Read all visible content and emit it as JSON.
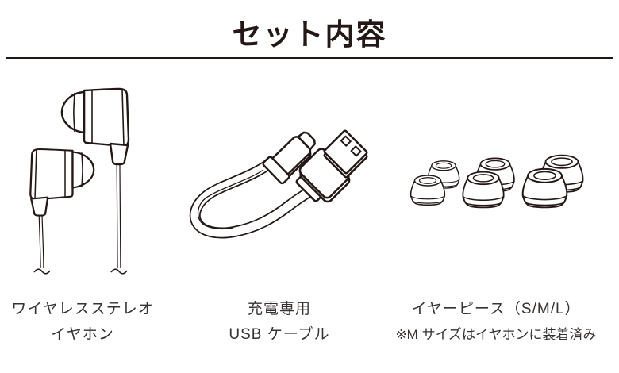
{
  "header": {
    "title": "セット内容"
  },
  "items": [
    {
      "id": "wireless-stereo-earphones",
      "caption_line1": "ワイヤレスステレオ",
      "caption_line2": "イヤホン",
      "illustration": "wireless-earphones-illustration"
    },
    {
      "id": "charging-usb-cable",
      "caption_line1": "充電専用",
      "caption_line2": "USB ケーブル",
      "illustration": "usb-cable-illustration"
    },
    {
      "id": "ear-pieces",
      "caption_line1": "イヤーピース（S/M/L）",
      "caption_note": "※M サイズはイヤホンに装着済み",
      "illustration": "ear-pieces-illustration"
    }
  ],
  "colors": {
    "ink": "#231815",
    "caption_text": "#363230",
    "background": "#ffffff"
  }
}
